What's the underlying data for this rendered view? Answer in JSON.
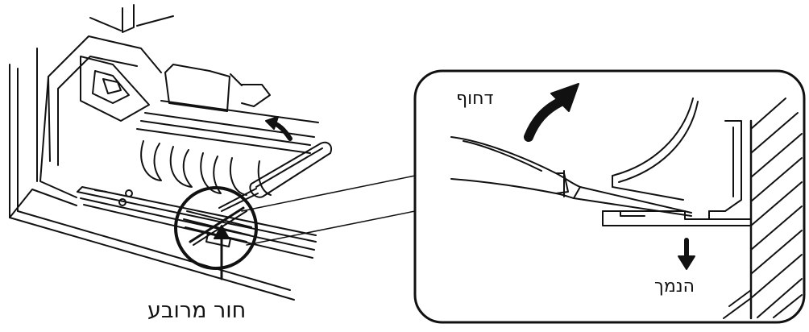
{
  "labels": {
    "push": "דחוף",
    "lower": "הנמך",
    "square_hole": "חור מרובע"
  },
  "colors": {
    "ink": "#111111",
    "paper": "#ffffff"
  }
}
